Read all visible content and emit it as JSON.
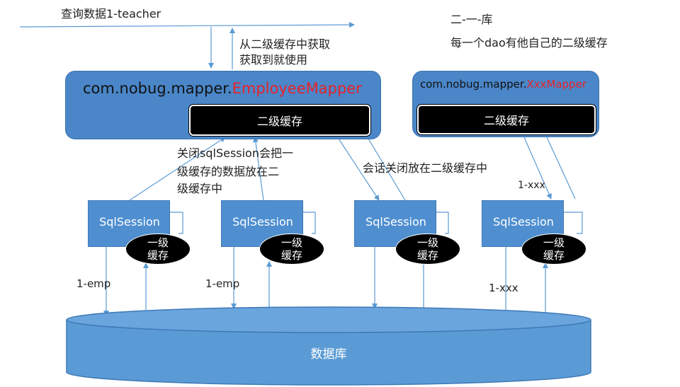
{
  "query_label": "查询数据1-teacher",
  "note_top_right": {
    "line1": "二-一-库",
    "line2": "每一个dao有他自己的二级缓存"
  },
  "fetch_note": {
    "line1": "从二级缓存中获取",
    "line2": "获取到就使用"
  },
  "mappers": [
    {
      "prefix": "com.nobug.mapper.",
      "name": "EmployeeMapper",
      "cache_label": "二级缓存"
    },
    {
      "prefix": "com.nobug.mapper.",
      "name": "XxxMapper",
      "cache_label": "二级缓存"
    }
  ],
  "close_note": {
    "line1": "关闭sqlSession会把一",
    "line2": "级缓存的数据放在二",
    "line3": "级缓存中"
  },
  "session_close_note": "会话关闭放在二级缓存中",
  "sessions": [
    {
      "label": "SqlSession",
      "cache_label": "一级缓存",
      "query": "1-emp"
    },
    {
      "label": "SqlSession",
      "cache_label": "一级缓存",
      "query": "1-emp"
    },
    {
      "label": "SqlSession",
      "cache_label": "一级缓存",
      "query": ""
    },
    {
      "label": "SqlSession",
      "cache_label": "一级缓存",
      "query": "1-xxx"
    }
  ],
  "xxx_top_label": "1-xxx",
  "database_label": "数据库",
  "colors": {
    "box_blue": "#4a86c8",
    "line_blue": "#5b9bd5",
    "highlight_red": "#e8232a",
    "cache_black": "#000000"
  }
}
